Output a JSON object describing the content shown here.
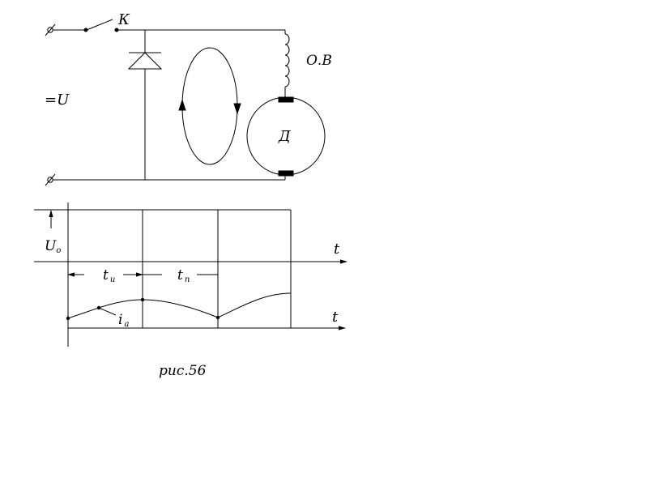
{
  "circuit": {
    "switch_label": "К",
    "coil_label": "О.В",
    "motor_label": "Д",
    "source_label": "=U"
  },
  "timing": {
    "voltage_label": "U",
    "voltage_sub": "о",
    "axis_label_top": "t",
    "axis_label_bottom": "t",
    "pulse_label": "t",
    "pulse_sub": "и",
    "pause_label": "t",
    "pause_sub": "п",
    "current_label": "i",
    "current_sub": "а"
  },
  "caption": "рис.56"
}
